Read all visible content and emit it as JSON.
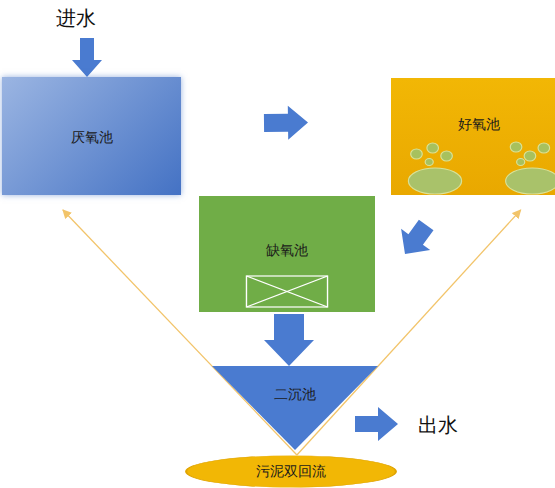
{
  "diagram": {
    "nodes": [
      {
        "text": [
          "厌氧池"
        ]
      },
      {
        "text": [
          "好氧池"
        ]
      },
      {
        "text": [
          "缺氧池"
        ]
      },
      {
        "text": [
          "二沉池"
        ]
      },
      {
        "text": [
          "污泥双回流"
        ]
      }
    ],
    "edges": [
      {
        "from": 0,
        "to": 1,
        "arrow": "to"
      },
      {
        "from": 1,
        "to": 2,
        "arrow": "to"
      },
      {
        "from": 2,
        "to": 3,
        "arrow": "to"
      },
      {
        "from": 4,
        "to": 0,
        "arrow": "to"
      },
      {
        "from": 4,
        "to": 1,
        "arrow": "to"
      }
    ],
    "labels": [
      "进水",
      "出水"
    ]
  }
}
